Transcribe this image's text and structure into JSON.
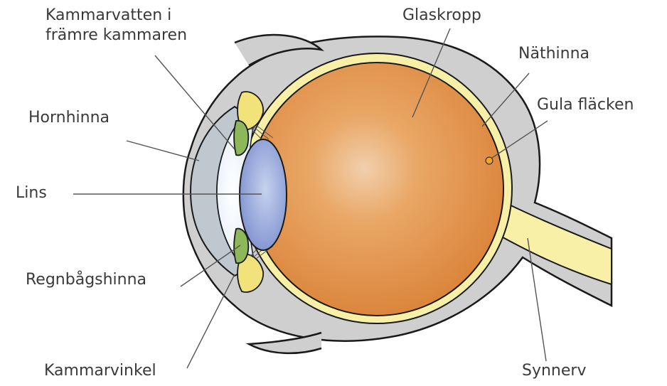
{
  "labels": {
    "aqueous": [
      "Kammarvatten i",
      "främre kammaren"
    ],
    "cornea": "Hornhinna",
    "lens": "Lins",
    "iris": "Regnbågshinna",
    "angle": "Kammarvinkel",
    "vitreous": "Glaskropp",
    "retina": "Näthinna",
    "macula": "Gula fläcken",
    "optic_nerve": "Synnerv"
  },
  "colors": {
    "sclera": "#cfcfcf",
    "retina": "#f7f0a6",
    "vitreous": "#df8a3e",
    "vitreous_highlight": "#f0c9a4",
    "lens": "#8da0d6",
    "cornea": "#eaf2fb",
    "iris": "#8cb85a",
    "ciliary": "#f2e27a",
    "macula": "#f2a51c",
    "outline": "#1a1a1a",
    "leader": "#555555",
    "text": "#3a3a3a"
  }
}
